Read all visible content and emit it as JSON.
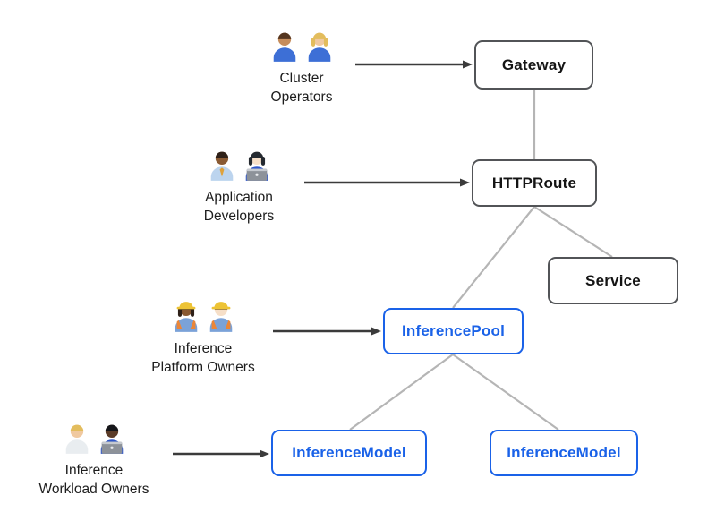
{
  "colors": {
    "background": "#ffffff",
    "resource_border": "#525457",
    "resource_text": "#141414",
    "inference_blue": "#1a62e8",
    "connector_gray": "#b5b5b5",
    "arrow_dark": "#3b3b3b",
    "label_text": "#1d1d1d"
  },
  "actors": [
    {
      "name": "cluster-operators",
      "label_line1": "Cluster",
      "label_line2": "Operators",
      "emoji_chars": "👨🏽‍🔧👩🏼‍🔧",
      "people": [
        {
          "icon": "man-mechanic-emoji",
          "skin": "#c68d5c",
          "hair": "#53341e",
          "shirt": "#3d6fd6"
        },
        {
          "icon": "woman-mechanic-emoji",
          "skin": "#f0c9a0",
          "hair": "#e3bd5d",
          "shirt": "#3d6fd6",
          "long_hair": true
        }
      ]
    },
    {
      "name": "application-developers",
      "label_line1": "Application",
      "label_line2": "Developers",
      "emoji_chars": "👨🏾‍💼👩🏻‍💻",
      "people": [
        {
          "icon": "man-office-worker-emoji",
          "skin": "#8a5a33",
          "hair": "#2e2018",
          "shirt": "#bcd4ee",
          "tie": "#dfa23c"
        },
        {
          "icon": "woman-technologist-emoji",
          "skin": "#f6dfc8",
          "hair": "#24292f",
          "shirt": "#2f57c9",
          "long_hair": true,
          "laptop": "#8d9299"
        }
      ]
    },
    {
      "name": "inference-platform-owners",
      "label_line1": "Inference",
      "label_line2": "Platform Owners",
      "emoji_chars": "👷🏾‍♀️👷🏻",
      "people": [
        {
          "icon": "woman-construction-worker-emoji",
          "skin": "#8a5a33",
          "hair": "#2e2018",
          "shirt": "#7ba2d8",
          "hat": "#edc335",
          "stripe": "#ec8637",
          "long_hair": true
        },
        {
          "icon": "man-construction-worker-emoji",
          "skin": "#f6dfc8",
          "hair": "#6b4a2f",
          "shirt": "#7ba2d8",
          "hat": "#edc335",
          "stripe": "#ec8637"
        }
      ]
    },
    {
      "name": "inference-workload-owners",
      "label_line1": "Inference",
      "label_line2": "Workload Owners",
      "emoji_chars": "🧑🏼‍⚕️👨🏿‍💻",
      "people": [
        {
          "icon": "health-worker-emoji",
          "skin": "#f0c9a0",
          "hair": "#e3bd5d",
          "shirt": "#e9edf0"
        },
        {
          "icon": "man-technologist-emoji",
          "skin": "#5a3b28",
          "hair": "#15161a",
          "shirt": "#2f57c9",
          "laptop": "#8d9299"
        }
      ]
    }
  ],
  "nodes": [
    {
      "name": "gateway",
      "label": "Gateway",
      "kind": "gateway-api-resource"
    },
    {
      "name": "httproute",
      "label": "HTTPRoute",
      "kind": "gateway-api-resource"
    },
    {
      "name": "service",
      "label": "Service",
      "kind": "gateway-api-resource"
    },
    {
      "name": "inference-pool",
      "label": "InferencePool",
      "kind": "inference-extension-resource"
    },
    {
      "name": "inference-model-left",
      "label": "InferenceModel",
      "kind": "inference-extension-resource"
    },
    {
      "name": "inference-model-right",
      "label": "InferenceModel",
      "kind": "inference-extension-resource"
    }
  ],
  "edges": [
    {
      "from": "cluster-operators",
      "to": "gateway",
      "style": "arrow"
    },
    {
      "from": "application-developers",
      "to": "httproute",
      "style": "arrow"
    },
    {
      "from": "inference-platform-owners",
      "to": "inference-pool",
      "style": "arrow"
    },
    {
      "from": "inference-workload-owners",
      "to": "inference-model-left",
      "style": "arrow"
    },
    {
      "from": "gateway",
      "to": "httproute",
      "style": "line"
    },
    {
      "from": "httproute",
      "to": "service",
      "style": "line"
    },
    {
      "from": "httproute",
      "to": "inference-pool",
      "style": "line"
    },
    {
      "from": "inference-pool",
      "to": "inference-model-left",
      "style": "line"
    },
    {
      "from": "inference-pool",
      "to": "inference-model-right",
      "style": "line"
    }
  ]
}
